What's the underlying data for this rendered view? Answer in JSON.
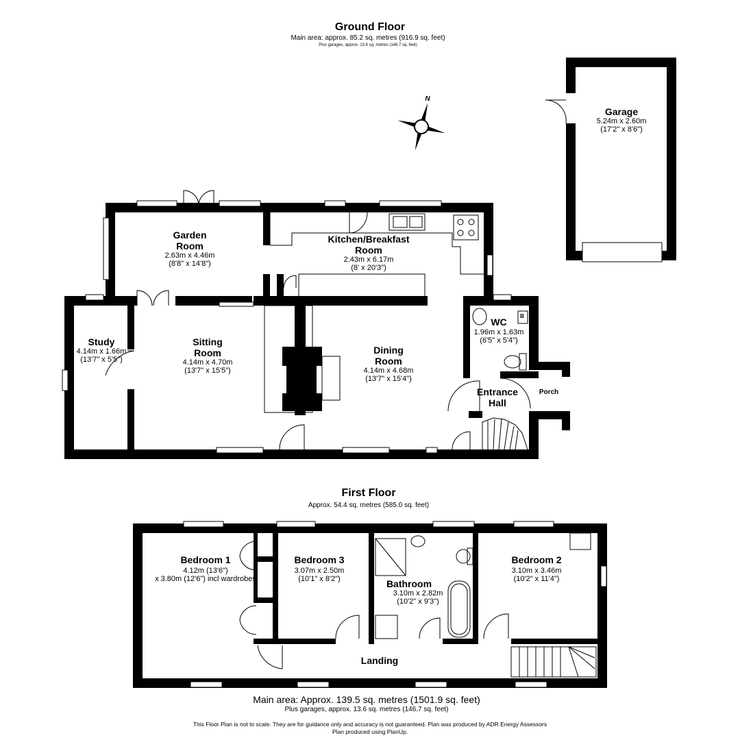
{
  "ground_floor": {
    "title": "Ground Floor",
    "main_area": "Main area: approx. 85.2 sq. metres (916.9 sq. feet)",
    "plus_garages": "Plus garages, approx. 13.6 sq. metres (146.7 sq. feet)",
    "compass_letter": "N",
    "rooms": {
      "garage": {
        "name": "Garage",
        "dim_m": "5.24m x 2.60m",
        "dim_ft": "(17'2\" x 8'6\")"
      },
      "garden_room": {
        "name1": "Garden",
        "name2": "Room",
        "dim_m": "2.63m x 4.46m",
        "dim_ft": "(8'8\" x 14'8\")"
      },
      "kitchen": {
        "name1": "Kitchen/Breakfast",
        "name2": "Room",
        "dim_m": "2.43m x 6.17m",
        "dim_ft": "(8' x 20'3\")"
      },
      "study": {
        "name": "Study",
        "dim_m": "4.14m x 1.66m",
        "dim_ft": "(13'7\" x 5'5\")"
      },
      "sitting_room": {
        "name1": "Sitting",
        "name2": "Room",
        "dim_m": "4.14m x 4.70m",
        "dim_ft": "(13'7\" x 15'5\")"
      },
      "dining_room": {
        "name1": "Dining",
        "name2": "Room",
        "dim_m": "4.14m x 4.68m",
        "dim_ft": "(13'7\" x 15'4\")"
      },
      "wc": {
        "name": "WC",
        "dim_m": "1.96m x 1.63m",
        "dim_ft": "(6'5\" x 5'4\")",
        "boiler": "B"
      },
      "entrance_hall": {
        "name1": "Entrance",
        "name2": "Hall"
      },
      "porch": {
        "name": "Porch"
      }
    }
  },
  "first_floor": {
    "title": "First Floor",
    "area": "Approx. 54.4 sq. metres (585.0 sq. feet)",
    "rooms": {
      "bedroom1": {
        "name": "Bedroom 1",
        "dim1": "4.12m (13'6\")",
        "dim2": "x 3.80m (12'6\") incl wardrobes"
      },
      "bedroom3": {
        "name": "Bedroom 3",
        "dim_m": "3.07m x 2.50m",
        "dim_ft": "(10'1\" x 8'2\")"
      },
      "bathroom": {
        "name": "Bathroom",
        "dim_m": "3.10m x 2.82m",
        "dim_ft": "(10'2\" x 9'3\")"
      },
      "bedroom2": {
        "name": "Bedroom 2",
        "dim_m": "3.10m x 3.46m",
        "dim_ft": "(10'2\" x 11'4\")"
      },
      "landing": {
        "name": "Landing"
      }
    }
  },
  "footer": {
    "main_area": "Main area: Approx. 139.5 sq. metres (1501.9 sq. feet)",
    "plus_garages": "Plus garages, approx. 13.6 sq. metres (146.7 sq. feet)",
    "disclaimer": "This Floor Plan is not to scale. They are for guidance only and accuracy is not guaranteed. Plan was produced by ADR Energy Assessors",
    "produced": "Plan produced using PlanUp."
  }
}
